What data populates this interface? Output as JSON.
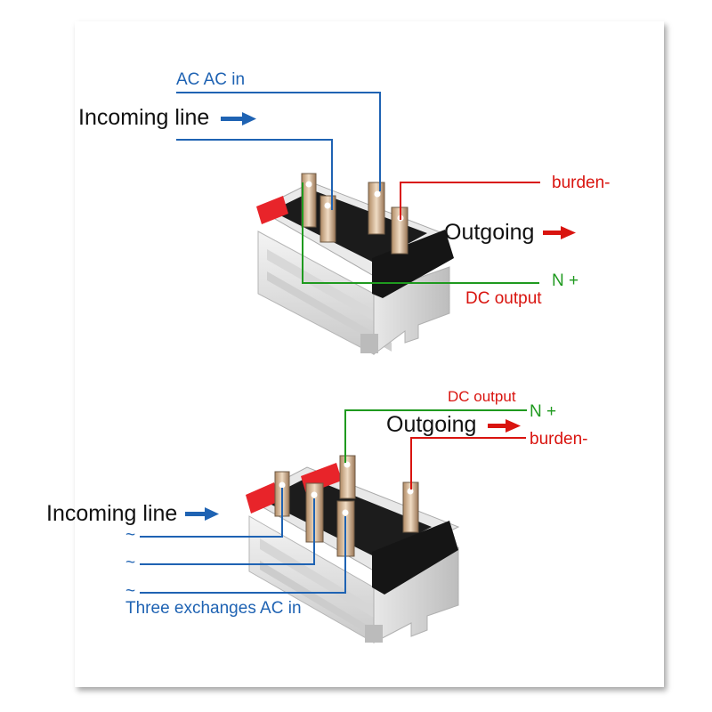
{
  "colors": {
    "ac_wire": "#1f63b3",
    "negative_wire": "#d9140f",
    "positive_wire": "#1f9a1f",
    "arrow_blue": "#1f63b3",
    "arrow_red": "#d9140f"
  },
  "top_diagram": {
    "ac_label": "AC AC in",
    "incoming_label": "Incoming line",
    "burden_label": "burden-",
    "outgoing_label": "Outgoing",
    "n_plus_label": "N +",
    "dc_output_label": "DC output"
  },
  "bottom_diagram": {
    "dc_output_label": "DC output",
    "n_plus_label": "N +",
    "outgoing_label": "Outgoing",
    "burden_label": "burden-",
    "incoming_label": "Incoming line",
    "tilde_1": "~",
    "tilde_2": "~",
    "tilde_3": "~",
    "three_phase_label": "Three exchanges AC in"
  }
}
